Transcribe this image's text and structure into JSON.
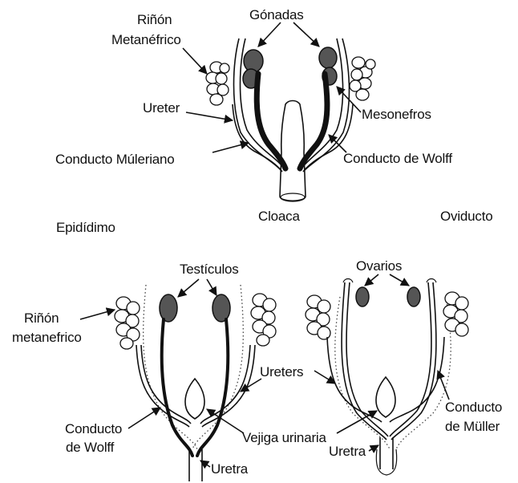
{
  "labels": {
    "rinon_metanefrico_top": "Riñón Metanéfrico",
    "rinon_metanefrico_top_l1": "Riñón",
    "rinon_metanefrico_top_l2": "Metanéfrico",
    "gonadas": "Gónadas",
    "ureter": "Ureter",
    "mesonefros": "Mesonefros",
    "conducto_mulleriano": "Conducto Múleriano",
    "conducto_de_wolff_top": "Conducto de Wolff",
    "cloaca": "Cloaca",
    "epididimo": "Epidídimo",
    "oviducto": "Oviducto",
    "testiculos": "Testículos",
    "ovarios": "Ovarios",
    "rinon_metanefrico_bottom_l1": "Riñón",
    "rinon_metanefrico_bottom_l2": "metanefrico",
    "ureters": "Ureters",
    "conducto_de_wolff_bottom_l1": "Conducto",
    "conducto_de_wolff_bottom_l2": "de Wolff",
    "vejiga_urinaria": "Vejiga urinaria",
    "conducto_de_muller_l1": "Conducto",
    "conducto_de_muller_l2": "de Müller",
    "uretra_male": "Uretra",
    "uretra_female": "Uretra"
  },
  "colors": {
    "ink": "#111111",
    "organ_fill": "#555555",
    "background": "#ffffff"
  }
}
